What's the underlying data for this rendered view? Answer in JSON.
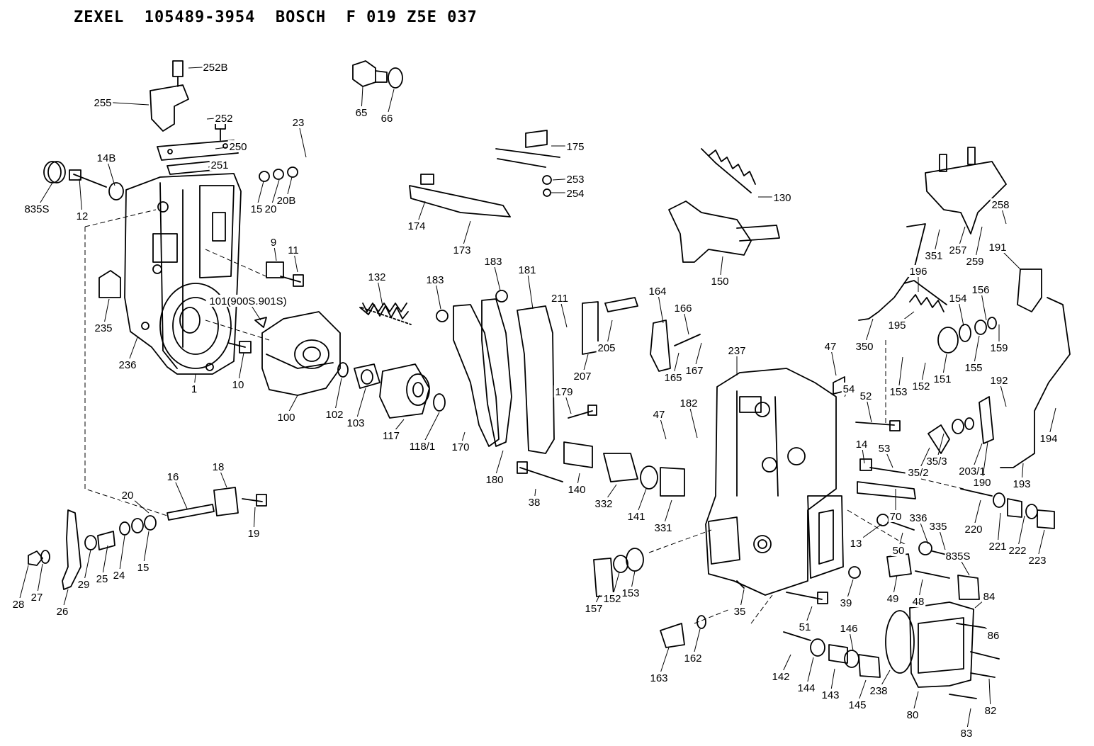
{
  "header": {
    "title": "ZEXEL  105489-3954  BOSCH  F 019 Z5E 037"
  },
  "callouts": [
    "252B",
    "255",
    "252",
    "250",
    "23",
    "251",
    "14B",
    "835S",
    "12",
    "15",
    "20",
    "20B",
    "9",
    "11",
    "101(900S.901S)",
    "10",
    "235",
    "236",
    "1",
    "100",
    "102",
    "103",
    "117",
    "118/1",
    "65",
    "66",
    "175",
    "253",
    "254",
    "174",
    "173",
    "132",
    "183",
    "183",
    "181",
    "211",
    "205",
    "207",
    "179",
    "170",
    "180",
    "38",
    "140",
    "332",
    "141",
    "331",
    "130",
    "150",
    "164",
    "166",
    "165",
    "167",
    "237",
    "182",
    "47",
    "47",
    "54",
    "52",
    "14",
    "53",
    "70",
    "13",
    "50",
    "336",
    "335",
    "835S",
    "49",
    "48",
    "84",
    "86",
    "39",
    "35",
    "51",
    "146",
    "142",
    "144",
    "143",
    "145",
    "238",
    "80",
    "82",
    "83",
    "163",
    "162",
    "157",
    "152",
    "153",
    "16",
    "18",
    "19",
    "20",
    "28",
    "27",
    "26",
    "29",
    "25",
    "24",
    "15",
    "258",
    "351",
    "257",
    "259",
    "191",
    "196",
    "195",
    "350",
    "154",
    "156",
    "159",
    "153",
    "152",
    "151",
    "155",
    "192",
    "194",
    "35/3",
    "35/2",
    "203/1",
    "190",
    "193",
    "220",
    "221",
    "222",
    "223"
  ]
}
